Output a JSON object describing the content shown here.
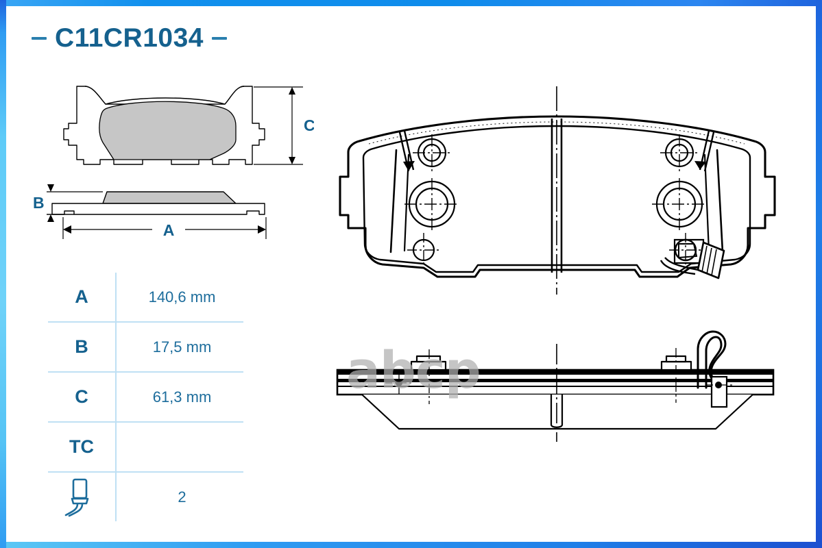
{
  "page": {
    "title": "C11CR1034",
    "title_dash_left": "–",
    "title_dash_right": "–",
    "watermark": "abcp",
    "accent_color": "#15618e",
    "table_line_color": "#bfe0f4",
    "frame_color_top": "#1190ed",
    "frame_color_left": "#5ecbf8",
    "friction_fill": "#c6c6c6",
    "drawing_line_color": "#000000"
  },
  "dimension_labels": {
    "a": "A",
    "b": "B",
    "c": "C"
  },
  "spec_table": {
    "rows": [
      {
        "key": "A",
        "value": "140,6 mm",
        "icon": null
      },
      {
        "key": "B",
        "value": "17,5 mm",
        "icon": null
      },
      {
        "key": "C",
        "value": "61,3 mm",
        "icon": null
      },
      {
        "key": "TC",
        "value": "",
        "icon": null
      },
      {
        "key": "",
        "value": "2",
        "icon": "wear-sensor-icon"
      }
    ]
  },
  "figures": {
    "pad_front_view": {
      "name": "brake-pad-front-view",
      "caption_dimension": "C"
    },
    "pad_side_view": {
      "name": "brake-pad-side-view",
      "caption_dimension_thickness": "B",
      "caption_dimension_width": "A"
    },
    "backplate_technical_drawing": {
      "name": "backplate-cad-front-view"
    },
    "backplate_side_drawing": {
      "name": "backplate-cad-side-view"
    }
  }
}
